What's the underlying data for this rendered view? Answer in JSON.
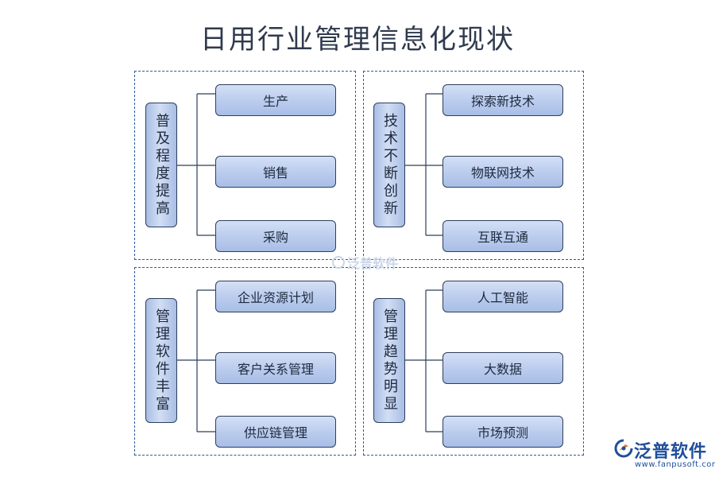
{
  "title": "日用行业管理信息化现状",
  "panels": [
    {
      "category": "普及程度提高",
      "items": [
        "生产",
        "销售",
        "采购"
      ]
    },
    {
      "category": "技术不断创新",
      "items": [
        "探索新技术",
        "物联网技术",
        "互联互通"
      ]
    },
    {
      "category": "管理软件丰富",
      "items": [
        "企业资源计划",
        "客户关系管理",
        "供应链管理"
      ]
    },
    {
      "category": "管理趋势明显",
      "items": [
        "人工智能",
        "大数据",
        "市场预测"
      ]
    }
  ],
  "watermark": {
    "text": "泛普软件"
  },
  "logo": {
    "name": "泛普软件",
    "url": "www.fanpusoft.com"
  },
  "colors": {
    "line": "#2c3f5c",
    "border": "#2c5aa0",
    "box_fill": "#bccdee",
    "brand": "#1f4e9a"
  }
}
